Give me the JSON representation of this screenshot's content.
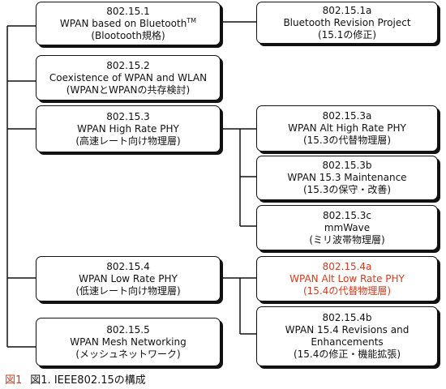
{
  "nodes": {
    "n1": {
      "lines": [
        "802.15.1",
        "WPAN based on Bluetooth",
        "(Blootooth規格)"
      ],
      "sup": "TM"
    },
    "n1a": {
      "lines": [
        "802.15.1a",
        "Bluetooth Revision Project",
        "(15.1の修正)"
      ]
    },
    "n2": {
      "lines": [
        "802.15.2",
        "Coexistence of WPAN and WLAN",
        "(WPANとWPANの共存検討)"
      ]
    },
    "n3": {
      "lines": [
        "802.15.3",
        "WPAN High Rate PHY",
        "(高速レート向け物理層)"
      ]
    },
    "n3a": {
      "lines": [
        "802.15.3a",
        "WPAN Alt High Rate PHY",
        "(15.3の代替物理層)"
      ]
    },
    "n3b": {
      "lines": [
        "802.15.3b",
        "WPAN 15.3 Maintenance",
        "(15.3の保守・改善)"
      ]
    },
    "n3c": {
      "lines": [
        "802.15.3c",
        "mmWave",
        "(ミリ波帯物理層)"
      ]
    },
    "n4": {
      "lines": [
        "802.15.4",
        "WPAN Low Rate PHY",
        "(低速レート向け物理層)"
      ]
    },
    "n4a": {
      "lines": [
        "802.15.4a",
        "WPAN Alt Low Rate PHY",
        "(15.4の代替物理層)"
      ]
    },
    "n4b": {
      "lines": [
        "802.15.4b",
        "WPAN 15.4 Revisions and",
        "Enhancements",
        "(15.4の修正・機能拡張)"
      ]
    },
    "n5": {
      "lines": [
        "802.15.5",
        "WPAN Mesh Networking",
        "(メッシュネットワーク)"
      ]
    }
  },
  "caption": {
    "label": "図1",
    "text": "図1. IEEE802.15の構成"
  },
  "colors": {
    "line": "#111111",
    "highlight": "#d63a1c"
  }
}
